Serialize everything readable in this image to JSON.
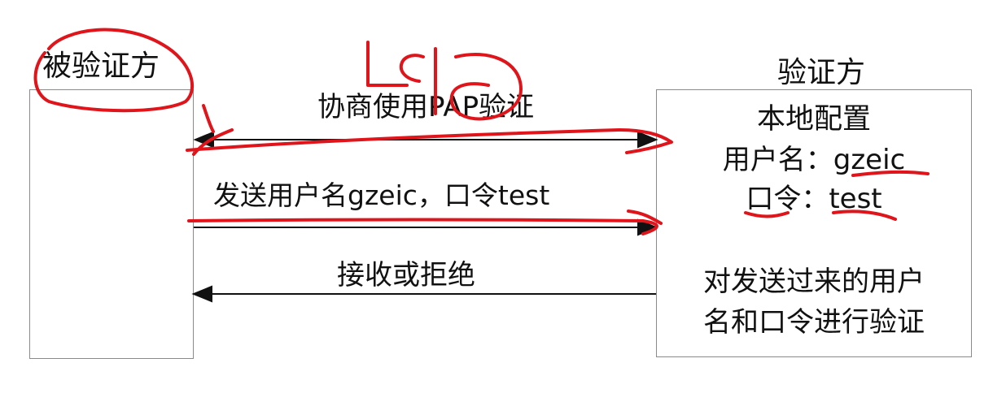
{
  "left_party": {
    "title": "被验证方"
  },
  "right_party": {
    "title": "验证方",
    "config_heading": "本地配置",
    "username_line": "用户名：gzeic",
    "password_line": "口令：test",
    "verify_text_1": "对发送过来的用户",
    "verify_text_2": "名和口令进行验证"
  },
  "messages": {
    "negotiate": "协商使用PAP验证",
    "send_credentials": "发送用户名gzeic，口令test",
    "accept_or_reject": "接收或拒绝"
  },
  "colors": {
    "ink": "#111111",
    "box_border": "#8a8a8a",
    "annotation_red": "#e0141b"
  }
}
